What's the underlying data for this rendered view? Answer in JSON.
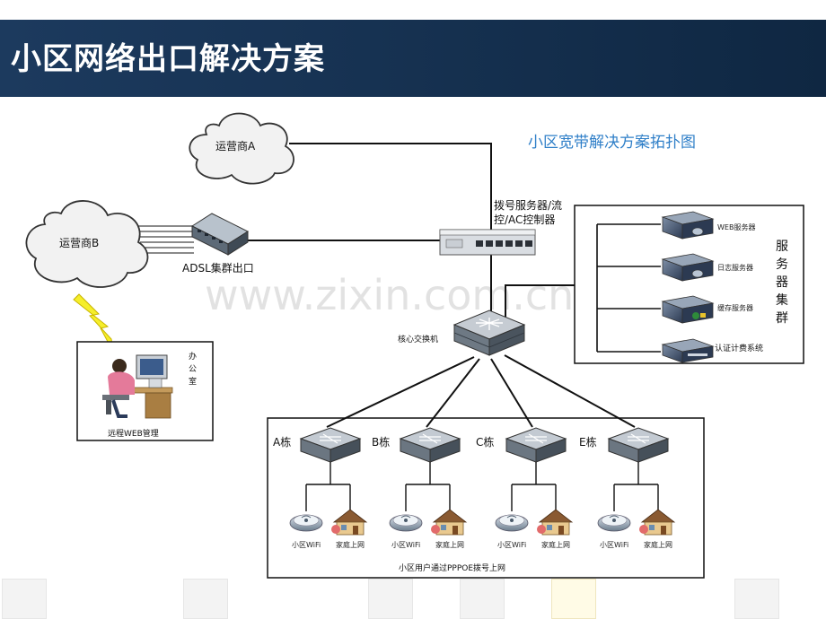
{
  "slide_title": "小区网络出口解决方案",
  "diagram_title": "小区宽带解决方案拓扑图",
  "watermark": "www.zixin.com.cn",
  "nodes": {
    "isp_a": "运营商A",
    "isp_b": "运营商B",
    "adsl": "ADSL集群出口",
    "dial_server_line1": "拨号服务器/流",
    "dial_server_line2": "控/AC控制器",
    "core_switch": "核心交换机",
    "office_line1": "办",
    "office_line2": "公",
    "office_line3": "室",
    "remote_web": "远程WEB管理",
    "server_group_chars": [
      "服",
      "务",
      "器",
      "集",
      "群"
    ],
    "servers": [
      "WEB服务器",
      "日志服务器",
      "缓存服务器",
      "认证计费系统"
    ],
    "buildings": [
      "A栋",
      "B栋",
      "C栋",
      "E栋"
    ],
    "wifi_label": "小区WiFi",
    "home_label": "家庭上网",
    "users_caption": "小区用户通过PPPOE拨号上网"
  },
  "colors": {
    "header": "#1c3a5e",
    "diagram_title": "#2f7fc8",
    "line": "#111111"
  }
}
